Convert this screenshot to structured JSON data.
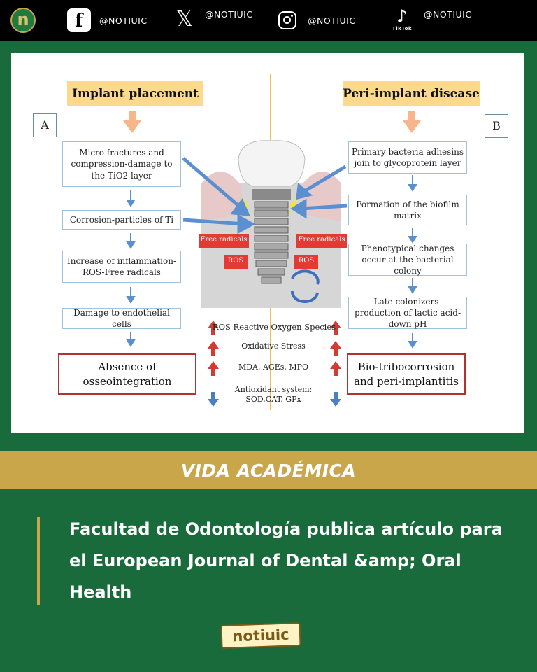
{
  "social": {
    "brand_letter": "n",
    "facebook": {
      "icon": "facebook-icon",
      "handle": "@NOTIUIC"
    },
    "x": {
      "icon": "x-icon",
      "handle": "@NOTIUIC"
    },
    "instagram": {
      "icon": "instagram-icon",
      "handle": "@NOTIUIC"
    },
    "tiktok": {
      "icon": "tiktok-icon",
      "caption": "TikTok",
      "handle": "@NOTIUIC"
    }
  },
  "figure": {
    "left_title": "Implant placement",
    "right_title": "Peri-implant disease",
    "panel_a": "A",
    "panel_b": "B",
    "left_steps": [
      "Micro fractures and compression-damage to the TiO2 layer",
      "Corrosion-particles of Ti",
      "Increase of inflammation-ROS-Free radicals",
      "Damage to endothelial cells"
    ],
    "left_outcome": "Absence of osseointegration",
    "right_steps": [
      "Primary bacteria adhesins join to glycoprotein layer",
      "Formation of the biofilm matrix",
      "Phenotypical changes occur at the bacterial colony",
      "Late colonizers-production of lactic acid-down pH"
    ],
    "right_outcome": "Bio-tribocorrosion and peri-implantitis",
    "implant_labels": {
      "free_radicals_left": "Free radicals",
      "free_radicals_right": "Free radicals",
      "ros_left": "ROS",
      "ros_right": "ROS"
    },
    "markers": [
      "ROS  Reactive Oxygen  Species",
      "Oxidative Stress",
      "MDA, AGEs, MPO",
      "Antioxidant system:",
      "SOD,CAT, GPx"
    ]
  },
  "section_label": "VIDA ACADÉMICA",
  "headline": "Facultad de Odontología publica artículo para el European Journal of Dental &amp; Oral Health",
  "footer_logo": "notiuic",
  "colors": {
    "background": "#1a6b3c",
    "gold": "#c9a64a",
    "title_fill": "#fcd98d",
    "outcome_border": "#b0332f",
    "arrow_up": "#d33a32",
    "arrow_down": "#4a7fc1"
  }
}
